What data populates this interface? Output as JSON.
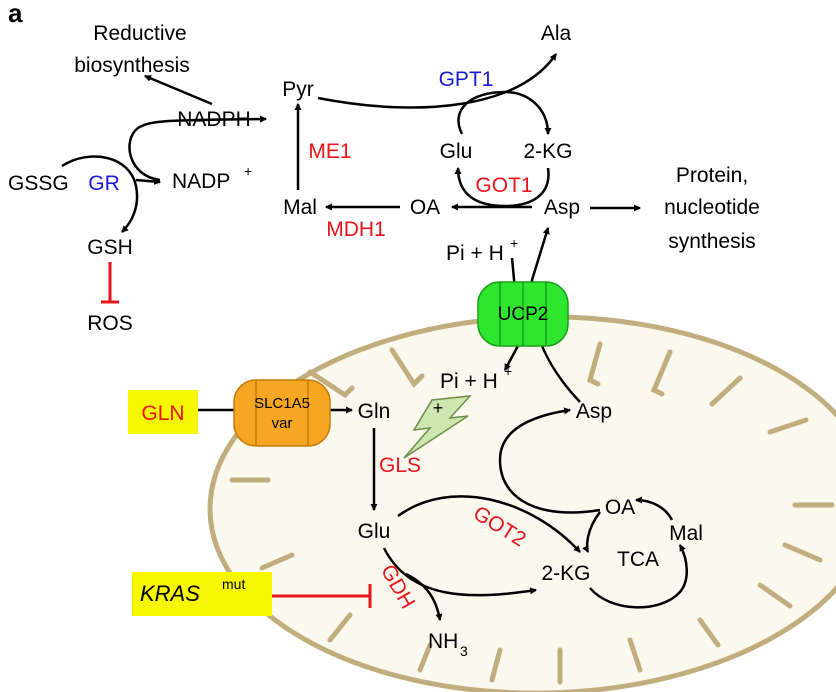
{
  "panel_label": "a",
  "colors": {
    "enzyme_red": "#e8141b",
    "enzyme_blue": "#1a1ad6",
    "transporter_orange": "#f5a623",
    "ucp2_green": "#2ee62e",
    "highlight_yellow": "#f7f700",
    "mito_fill": "#fbf8ee",
    "mito_stroke": "#c2ad7f",
    "bolt_fill": "#cfe6b0",
    "inhibit_red": "#e8141b"
  },
  "metabolites": {
    "reductive": "Reductive",
    "biosynthesis": "biosynthesis",
    "ala": "Ala",
    "pyr": "Pyr",
    "nadph": "NADPH",
    "nadp": "NADP",
    "nadp_sup": "+",
    "gssg": "GSSG",
    "gsh": "GSH",
    "ros": "ROS",
    "mal_cyto": "Mal",
    "oa_cyto": "OA",
    "asp_cyto": "Asp",
    "glu_cyto": "Glu",
    "akg_cyto": "2-KG",
    "protein": "Protein,",
    "nucleotide": "nucleotide",
    "synthesis": "synthesis",
    "pih_top": "Pi + H",
    "pih_top_sup": "+",
    "pih_mito": "Pi + H",
    "pih_mito_sup": "+",
    "gln_mito": "Gln",
    "glu_mito": "Glu",
    "asp_mito": "Asp",
    "oa_mito": "OA",
    "mal_mito": "Mal",
    "akg_mito": "2-KG",
    "tca": "TCA",
    "nh3": "NH",
    "nh3_sub": "3",
    "plus_sign": "+"
  },
  "enzymes": {
    "gpt1": "GPT1",
    "me1": "ME1",
    "gr": "GR",
    "mdh1": "MDH1",
    "got1": "GOT1",
    "gls": "GLS",
    "got2": "GOT2",
    "gdh": "GDH"
  },
  "proteins": {
    "ucp2": "UCP2",
    "slc1a5_line1": "SLC1A5",
    "slc1a5_line2": "var"
  },
  "boxes": {
    "gln": "GLN",
    "kras": "KRAS",
    "kras_sup": "mut"
  }
}
